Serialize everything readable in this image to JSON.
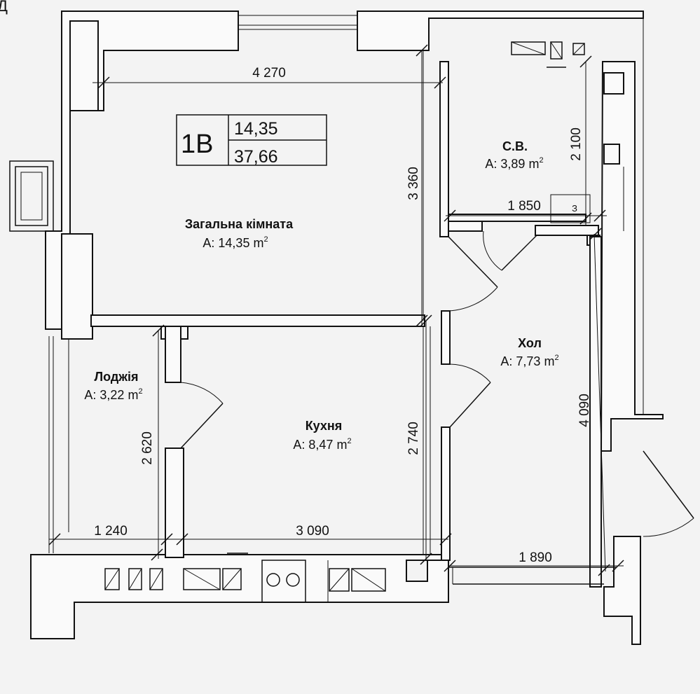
{
  "corner_label": "Д",
  "apartment": {
    "code": "1В",
    "living_area": "14,35",
    "total_area": "37,66"
  },
  "rooms": {
    "living": {
      "name": "Загальна кімната",
      "area_prefix": "A: 14,35 m",
      "sup": "2"
    },
    "bath": {
      "name": "С.В.",
      "area_prefix": "A: 3,89 m",
      "sup": "2"
    },
    "hall": {
      "name": "Хол",
      "area_prefix": "A: 7,73 m",
      "sup": "2"
    },
    "loggia": {
      "name": "Лоджія",
      "area_prefix": "A: 3,22 m",
      "sup": "2"
    },
    "kitchen": {
      "name": "Кухня",
      "area_prefix": "A: 8,47 m",
      "sup": "2"
    }
  },
  "dimensions": {
    "living_width": "4 270",
    "living_height": "3 360",
    "bath_height": "2 100",
    "bath_width": "1 850",
    "bath_label": "З",
    "hall_height": "4 090",
    "hall_width": "1 890",
    "loggia_width": "1 240",
    "loggia_height": "2 620",
    "kitchen_width": "3 090",
    "kitchen_height": "2 740"
  }
}
